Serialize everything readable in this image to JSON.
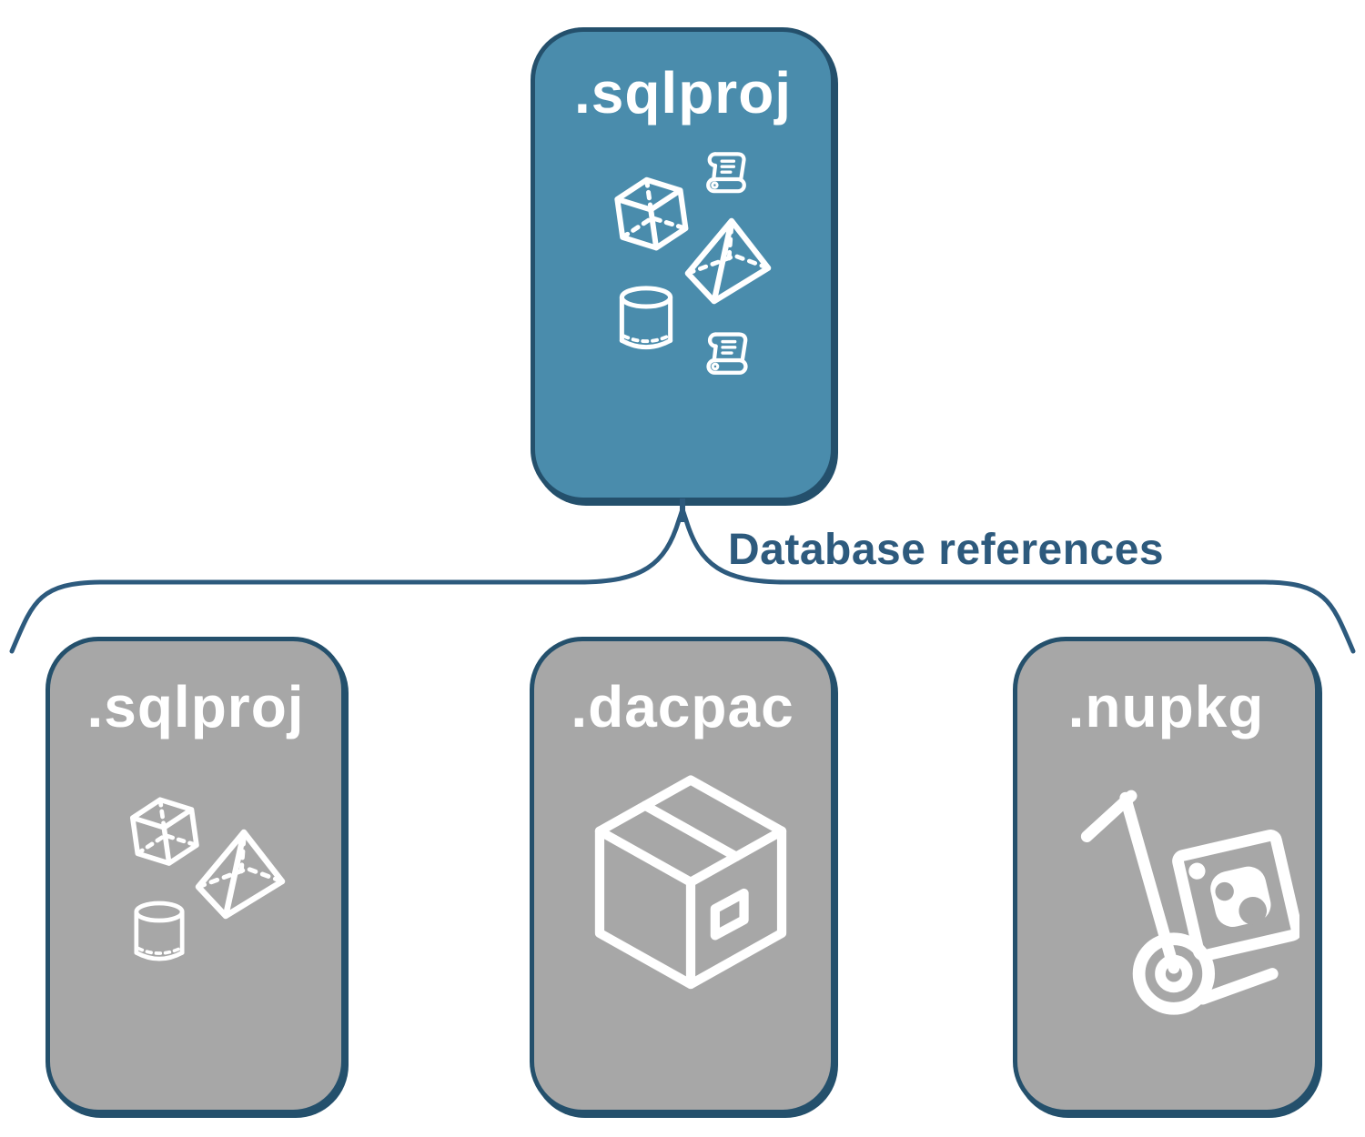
{
  "colors": {
    "parent_fill": "#4a8cac",
    "child_fill": "#a7a7a7",
    "border": "#24506c",
    "line": "#2d5a7d",
    "icon": "#ffffff",
    "background": "#ffffff"
  },
  "diagram": {
    "parent": {
      "label": ".sqlproj",
      "icons": [
        "cube-icon",
        "scroll-icon",
        "pyramid-icon",
        "cylinder-icon",
        "scroll-icon"
      ]
    },
    "connector_label": "Database references",
    "children": [
      {
        "label": ".sqlproj",
        "icons": [
          "cube-icon",
          "pyramid-icon",
          "cylinder-icon"
        ]
      },
      {
        "label": ".dacpac",
        "icons": [
          "package-box-icon"
        ]
      },
      {
        "label": ".nupkg",
        "icons": [
          "nuget-handtruck-icon"
        ]
      }
    ]
  }
}
